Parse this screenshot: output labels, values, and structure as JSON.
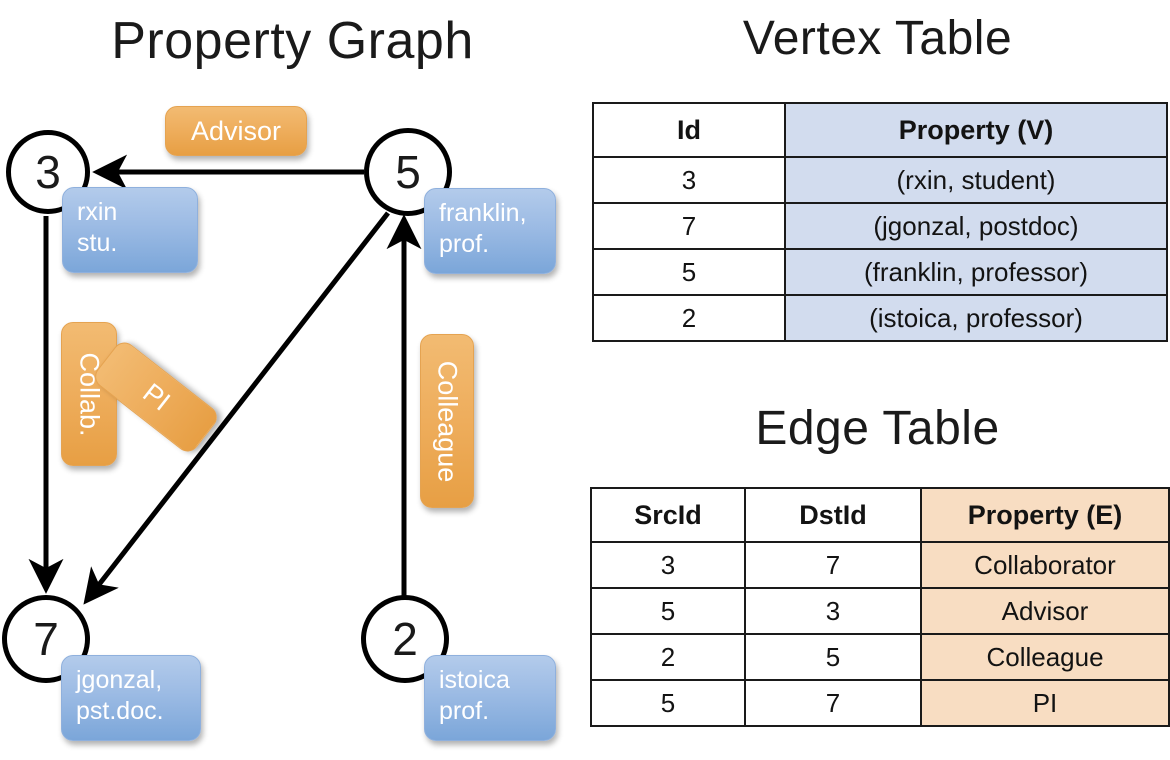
{
  "panels": {
    "graph_title": "Property Graph",
    "vertex_title": "Vertex Table",
    "edge_title": "Edge Table"
  },
  "graph": {
    "nodes": [
      {
        "id": "3",
        "property_lines": [
          "rxin",
          "stu."
        ]
      },
      {
        "id": "5",
        "property_lines": [
          "franklin,",
          "prof."
        ]
      },
      {
        "id": "7",
        "property_lines": [
          "jgonzal,",
          "pst.doc."
        ]
      },
      {
        "id": "2",
        "property_lines": [
          "istoica",
          "prof."
        ]
      }
    ],
    "node_labels": {
      "n3": "3",
      "n5": "5",
      "n7": "7",
      "n2": "2"
    },
    "vertex_chips": {
      "rxin_l1": "rxin",
      "rxin_l2": "stu.",
      "franklin_l1": "franklin,",
      "franklin_l2": "prof.",
      "jgonzal_l1": "jgonzal,",
      "jgonzal_l2": "pst.doc.",
      "istoica_l1": "istoica",
      "istoica_l2": "prof."
    },
    "edge_chips": {
      "advisor": "Advisor",
      "collab": "Collab.",
      "pi": "PI",
      "colleague": "Colleague"
    },
    "edges": [
      {
        "from": "5",
        "to": "3",
        "label": "Advisor"
      },
      {
        "from": "3",
        "to": "7",
        "label": "Collab."
      },
      {
        "from": "5",
        "to": "7",
        "label": "PI"
      },
      {
        "from": "2",
        "to": "5",
        "label": "Colleague"
      }
    ]
  },
  "vertex_table": {
    "headers": [
      "Id",
      "Property (V)"
    ],
    "header_id": "Id",
    "header_property": "Property (V)",
    "rows": [
      {
        "id": "3",
        "property": "(rxin, student)"
      },
      {
        "id": "7",
        "property": "(jgonzal, postdoc)"
      },
      {
        "id": "5",
        "property": "(franklin, professor)"
      },
      {
        "id": "2",
        "property": "(istoica, professor)"
      }
    ]
  },
  "edge_table": {
    "headers": [
      "SrcId",
      "DstId",
      "Property (E)"
    ],
    "header_src": "SrcId",
    "header_dst": "DstId",
    "header_property": "Property (E)",
    "rows": [
      {
        "src": "3",
        "dst": "7",
        "property": "Collaborator"
      },
      {
        "src": "5",
        "dst": "3",
        "property": "Advisor"
      },
      {
        "src": "2",
        "dst": "5",
        "property": "Colleague"
      },
      {
        "src": "5",
        "dst": "7",
        "property": "PI"
      }
    ]
  },
  "colors": {
    "vertex_property_fill": "#d2dcee",
    "edge_property_fill": "#f8ddc2",
    "chip_blue": "#9cbbe4",
    "chip_orange": "#eead5c",
    "stroke": "#1a1a1a",
    "background": "#ffffff"
  }
}
